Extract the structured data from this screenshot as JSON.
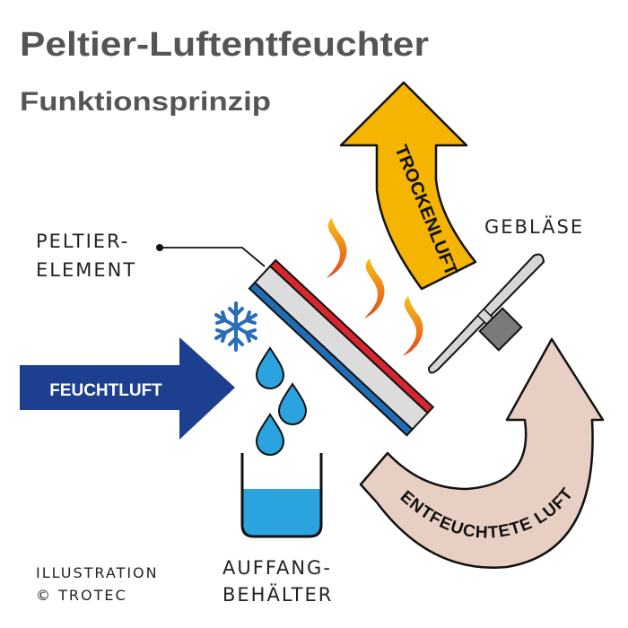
{
  "title": "Peltier-Luftentfeuchter",
  "subtitle": "Funktionsprinzip",
  "labels": {
    "peltier_line1": "PELTIER-",
    "peltier_line2": "ELEMENT",
    "fan": "GEBLÄSE",
    "container_line1": "AUFFANG-",
    "container_line2": "BEHÄLTER",
    "credit_line1": "ILLUSTRATION",
    "credit_line2": "© TROTEC"
  },
  "arrows": {
    "humid_air": "FEUCHTLUFT",
    "dry_air": "TROCKENLUFT",
    "dehumidified_air": "ENTFEUCHTETE LUFT"
  },
  "colors": {
    "humid_air": "#1d3f8f",
    "dry_air": "#f5b400",
    "dehumidified_air": "#e8cfc3",
    "hot_side": "#d7262e",
    "cold_side": "#1f6db5",
    "water": "#2aa3df"
  }
}
